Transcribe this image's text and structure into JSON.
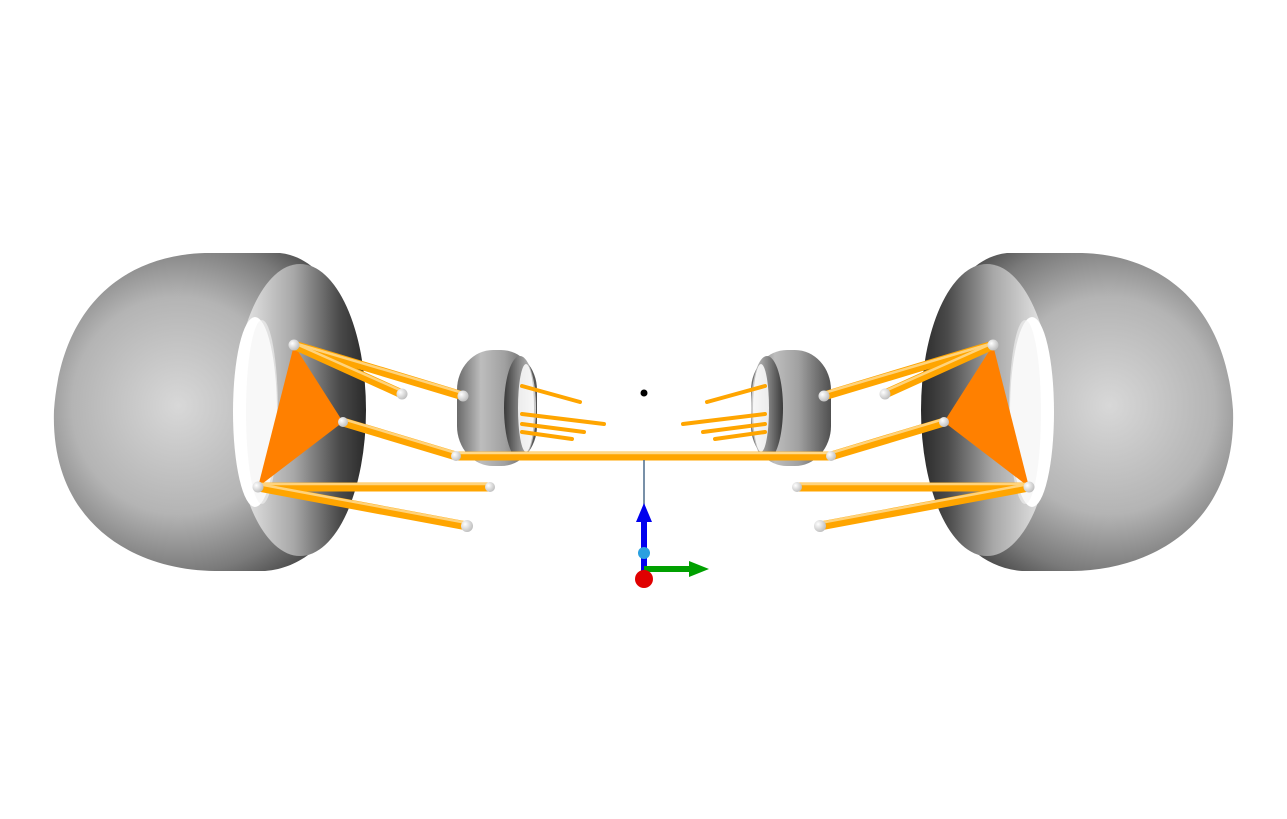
{
  "viewport": {
    "background": "#ffffff"
  },
  "colors": {
    "tire_light": "#d6d6d6",
    "tire_mid": "#9a9a9a",
    "tire_dark": "#2e2e2e",
    "suspension_orange": "#ff8000",
    "link_orange": "#ffa500",
    "link_highlight": "#ffd98a",
    "joint": "#ffffff",
    "axis_x": "#e00000",
    "axis_y": "#00a000",
    "axis_z": "#0000ee",
    "origin": "#2aa0e0"
  },
  "icons": {
    "axis_triad": "xyz-axis-triad-icon",
    "center_marker": "dot-icon"
  },
  "scene_objects": [
    "rear-left-tire",
    "rear-right-tire",
    "front-left-tire",
    "front-right-tire",
    "left-upright",
    "right-upright",
    "tie-rod",
    "axis-triad"
  ]
}
